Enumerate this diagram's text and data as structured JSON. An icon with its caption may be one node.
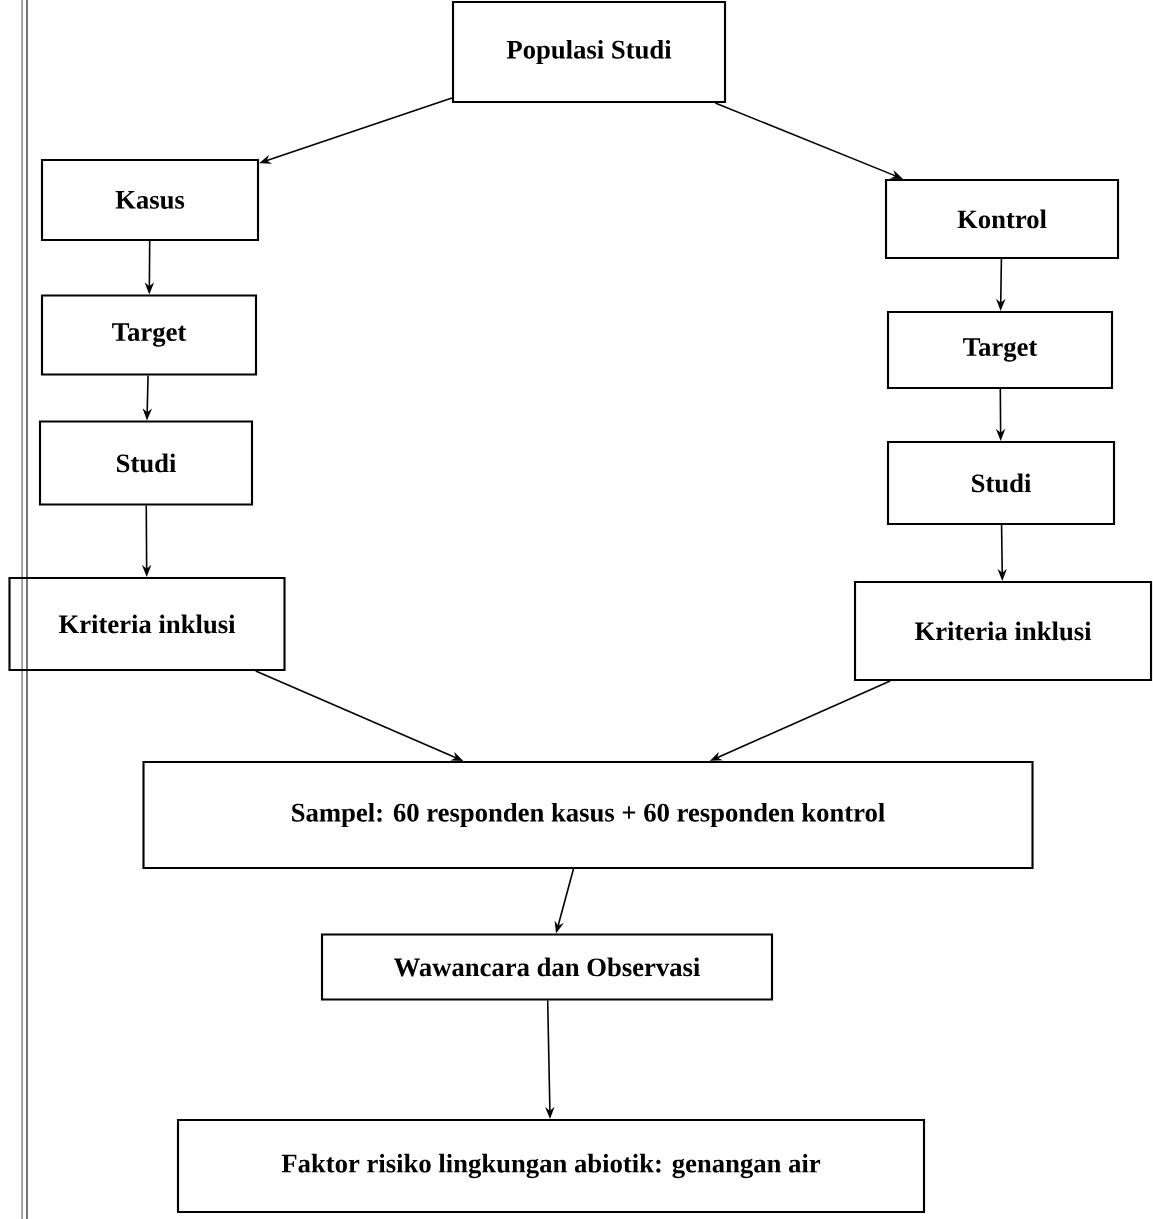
{
  "diagram": {
    "nodes": [
      {
        "text": [
          "Populasi Studi"
        ]
      },
      {
        "text": [
          "Kasus"
        ]
      },
      {
        "text": [
          "Kontrol"
        ]
      },
      {
        "text": [
          "Target"
        ]
      },
      {
        "text": [
          "Studi"
        ]
      },
      {
        "text": [
          "Kriteria inklusi"
        ]
      },
      {
        "text": [
          "Target"
        ]
      },
      {
        "text": [
          "Studi"
        ]
      },
      {
        "text": [
          "Kriteria inklusi"
        ]
      },
      {
        "text": [
          "Sampel: 60 responden kasus + 60 responden kontrol"
        ]
      },
      {
        "text": [
          "Wawancara dan Observasi"
        ]
      },
      {
        "text": [
          "Faktor risiko lingkungan abiotik: genangan air"
        ]
      }
    ],
    "edges": [
      {
        "from": 0,
        "to": 1,
        "arrow": "to"
      },
      {
        "from": 0,
        "to": 2,
        "arrow": "to"
      },
      {
        "from": 1,
        "to": 3,
        "arrow": "to"
      },
      {
        "from": 3,
        "to": 4,
        "arrow": "to"
      },
      {
        "from": 4,
        "to": 5,
        "arrow": "to"
      },
      {
        "from": 2,
        "to": 6,
        "arrow": "to"
      },
      {
        "from": 6,
        "to": 7,
        "arrow": "to"
      },
      {
        "from": 7,
        "to": 8,
        "arrow": "to"
      },
      {
        "from": 5,
        "to": 9,
        "arrow": "to"
      },
      {
        "from": 8,
        "to": 9,
        "arrow": "to"
      },
      {
        "from": 9,
        "to": 10,
        "arrow": "to"
      },
      {
        "from": 10,
        "to": 11,
        "arrow": "to"
      }
    ]
  }
}
